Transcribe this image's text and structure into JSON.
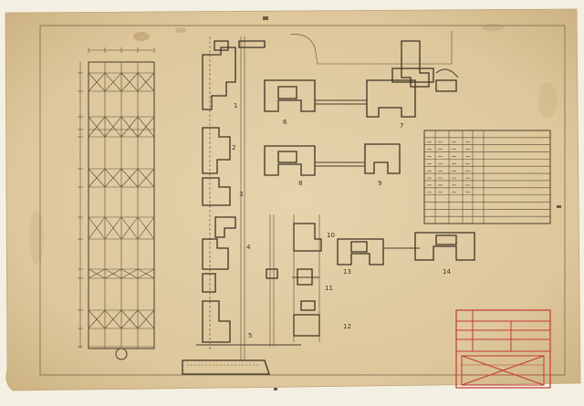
{
  "drawing": {
    "detail_numbers": [
      "1",
      "2",
      "3",
      "4",
      "5",
      "6",
      "7",
      "8",
      "9",
      "10",
      "11",
      "12",
      "13",
      "14"
    ],
    "table": {
      "rows": 13,
      "cols": 6
    },
    "colors": {
      "paper": "#e2cfa6",
      "paper_edge": "#d7bf92",
      "ink": "#4a3c2c",
      "stamp_red": "#c43a32"
    }
  }
}
